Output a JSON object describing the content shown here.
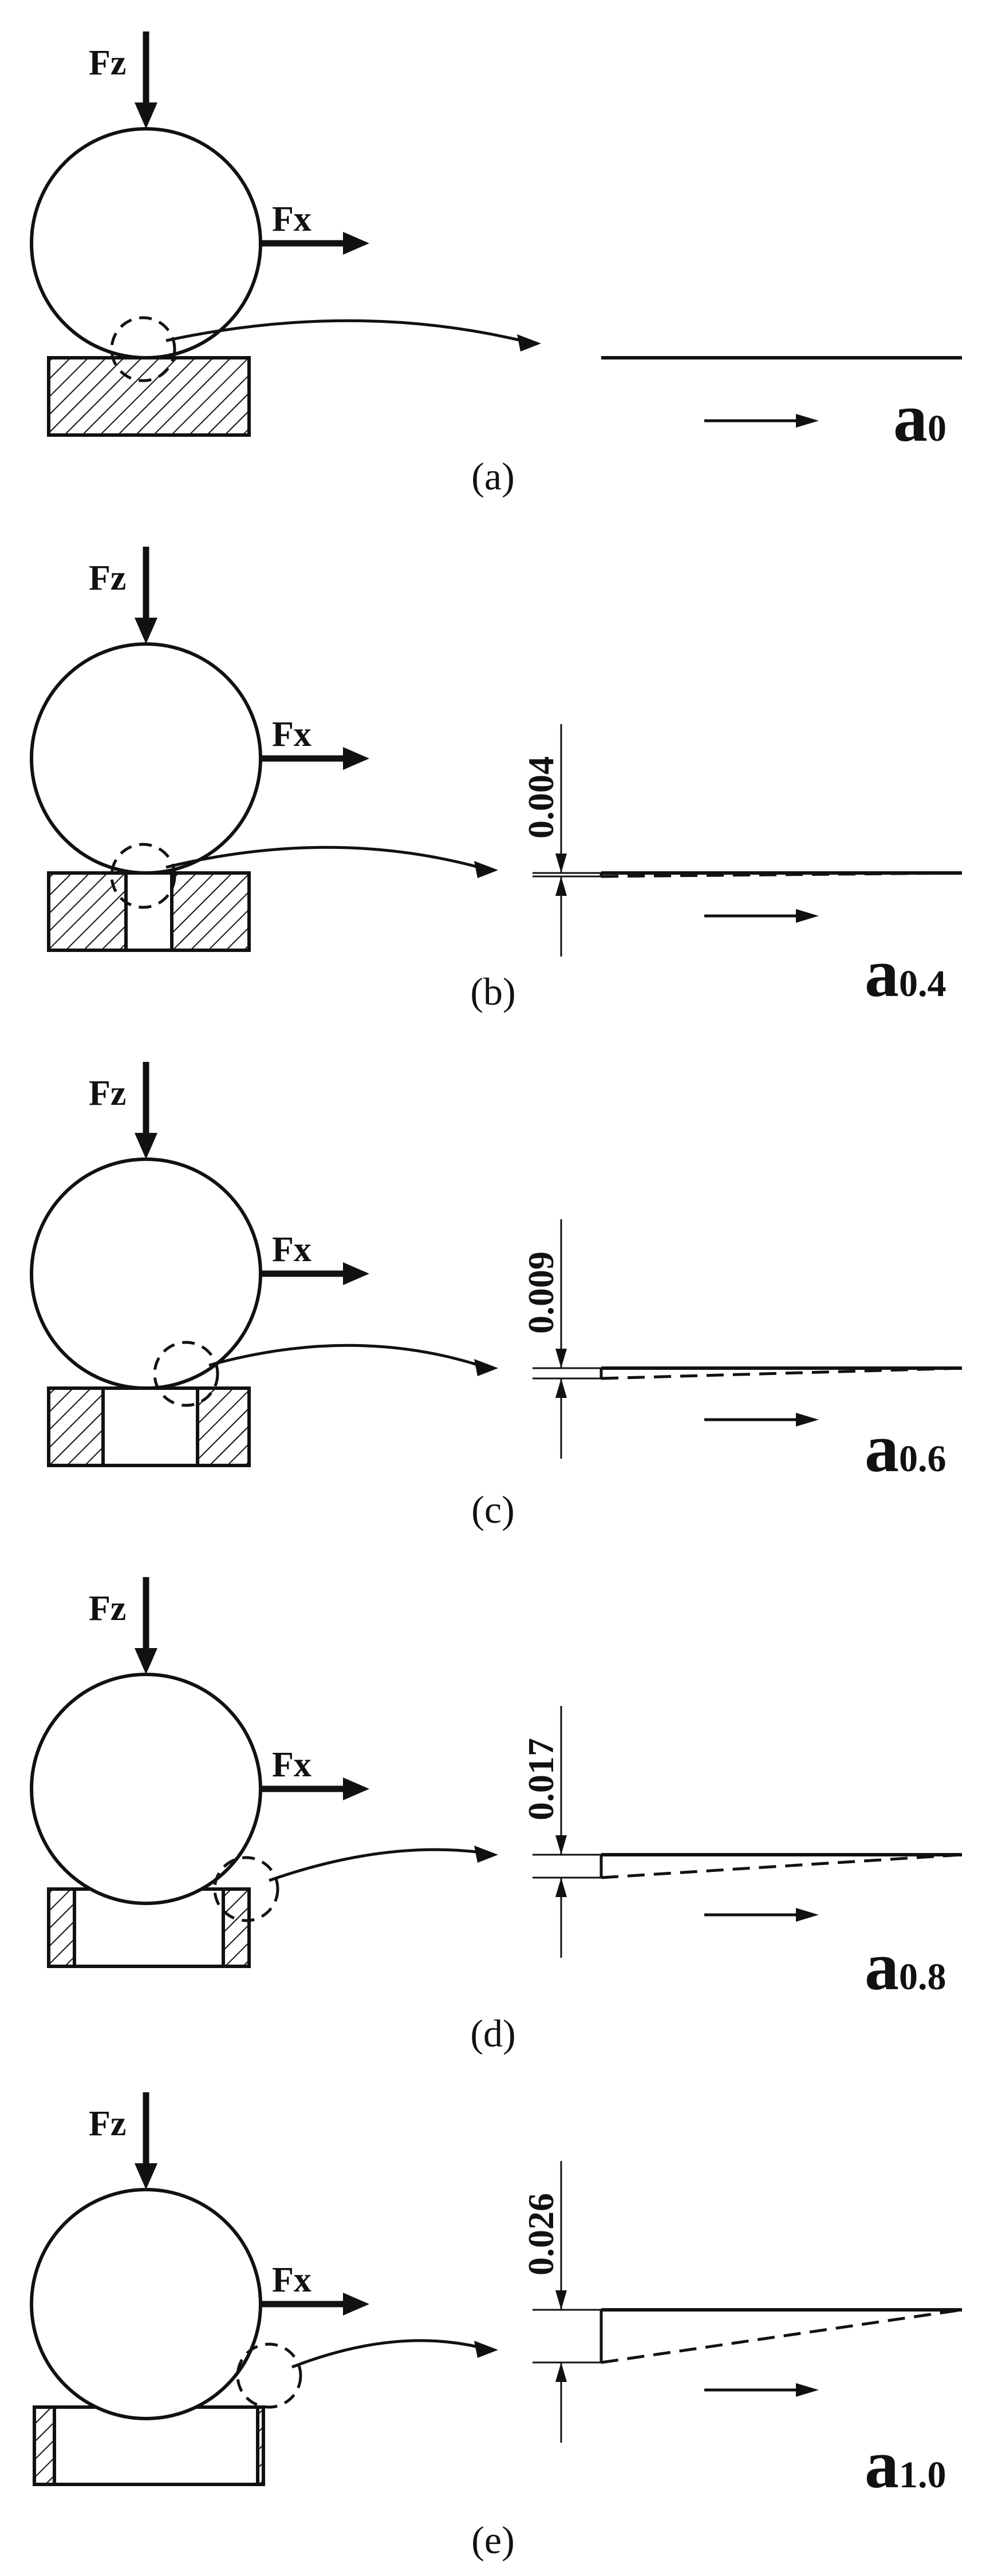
{
  "labels": {
    "fz": "Fz",
    "fx": "Fx",
    "symbol": "a"
  },
  "panels": [
    {
      "caption": "(a)",
      "dimension": "",
      "subscript": "0"
    },
    {
      "caption": "(b)",
      "dimension": "0.004",
      "subscript": "0.4"
    },
    {
      "caption": "(c)",
      "dimension": "0.009",
      "subscript": "0.6"
    },
    {
      "caption": "(d)",
      "dimension": "0.017",
      "subscript": "0.8"
    },
    {
      "caption": "(e)",
      "dimension": "0.026",
      "subscript": "1.0"
    }
  ],
  "colors": {
    "line": "#111111",
    "background": "#ffffff"
  }
}
